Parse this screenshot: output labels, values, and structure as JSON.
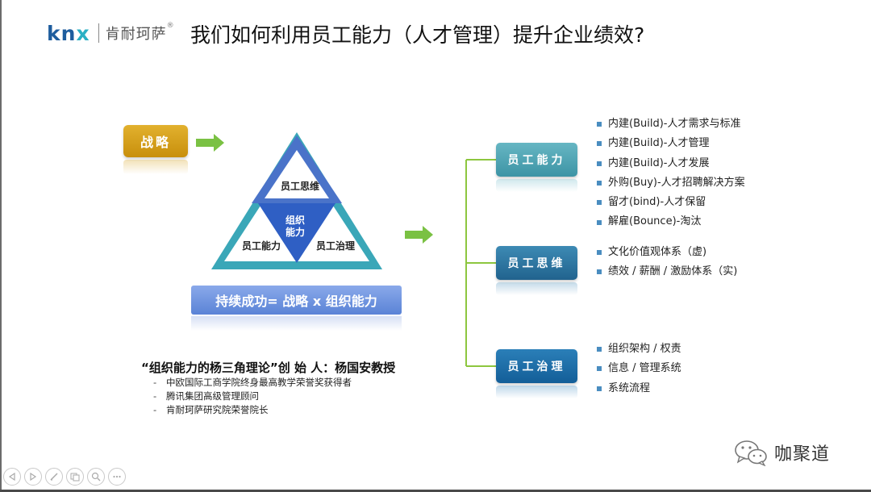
{
  "header": {
    "logo_brand": "knx",
    "logo_cn": "肯耐珂萨",
    "logo_reg": "®",
    "title": "我们如何利用员工能力（人才管理）提升企业绩效?"
  },
  "left": {
    "strategy_label": "战略",
    "triangle": {
      "top_label": "员工思维",
      "left_label": "员工能力",
      "right_label": "员工治理",
      "center_line1": "组织",
      "center_line2": "能力"
    },
    "formula": "持续成功= 战略  x  组织能力",
    "founder": {
      "title": "“组织能力的杨三角理论”创 始 人：杨国安教授",
      "dash": "-",
      "items": [
        "中欧国际工商学院终身最高教学荣誉奖获得者",
        "腾讯集团高级管理顾问",
        "肯耐珂萨研究院荣誉院长"
      ]
    }
  },
  "right": {
    "categories": [
      {
        "label": "员工能力",
        "items": [
          "内建(Build)-人才需求与标准",
          "内建(Build)-人才管理",
          "内建(Build)-人才发展",
          "外购(Buy)-人才招聘解决方案",
          "留才(bind)-人才保留",
          "解雇(Bounce)-淘汰"
        ]
      },
      {
        "label": "员工思维",
        "items": [
          "文化价值观体系（虚)",
          "绩效 / 薪酬 / 激励体系（实)"
        ]
      },
      {
        "label": "员工治理",
        "items": [
          "组织架构 / 权责",
          "信息 / 管理系统",
          "系统流程"
        ]
      }
    ]
  },
  "watermark": {
    "text": "咖聚道",
    "icon": "wechat-icon"
  },
  "colors": {
    "strategy": "#d9a21a",
    "triangle_outer": "#3aa7b8",
    "triangle_top": "#4a73c9",
    "triangle_inner": "#2f5fc4",
    "formula": "#6f95de",
    "connector": "#8dc63f",
    "arrow": "#7ac143",
    "bullet": "#4a8dc0"
  },
  "nav_icons": [
    "prev-icon",
    "next-icon",
    "pen-icon",
    "slides-icon",
    "zoom-icon",
    "more-icon"
  ]
}
